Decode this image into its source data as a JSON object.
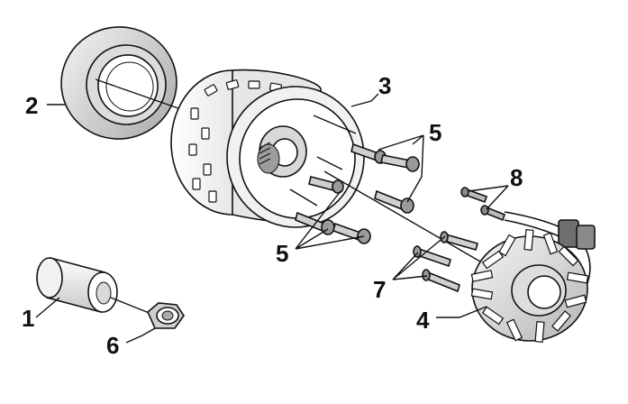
{
  "callouts": {
    "part_1": "1",
    "part_2": "2",
    "part_3": "3",
    "part_4": "4",
    "part_5_upper": "5",
    "part_5_lower": "5",
    "part_6": "6",
    "part_7": "7",
    "part_8": "8"
  },
  "colors": {
    "line": "#111111",
    "background": "#ffffff",
    "shade": "#cfcfcf",
    "light": "#eeeeee"
  }
}
